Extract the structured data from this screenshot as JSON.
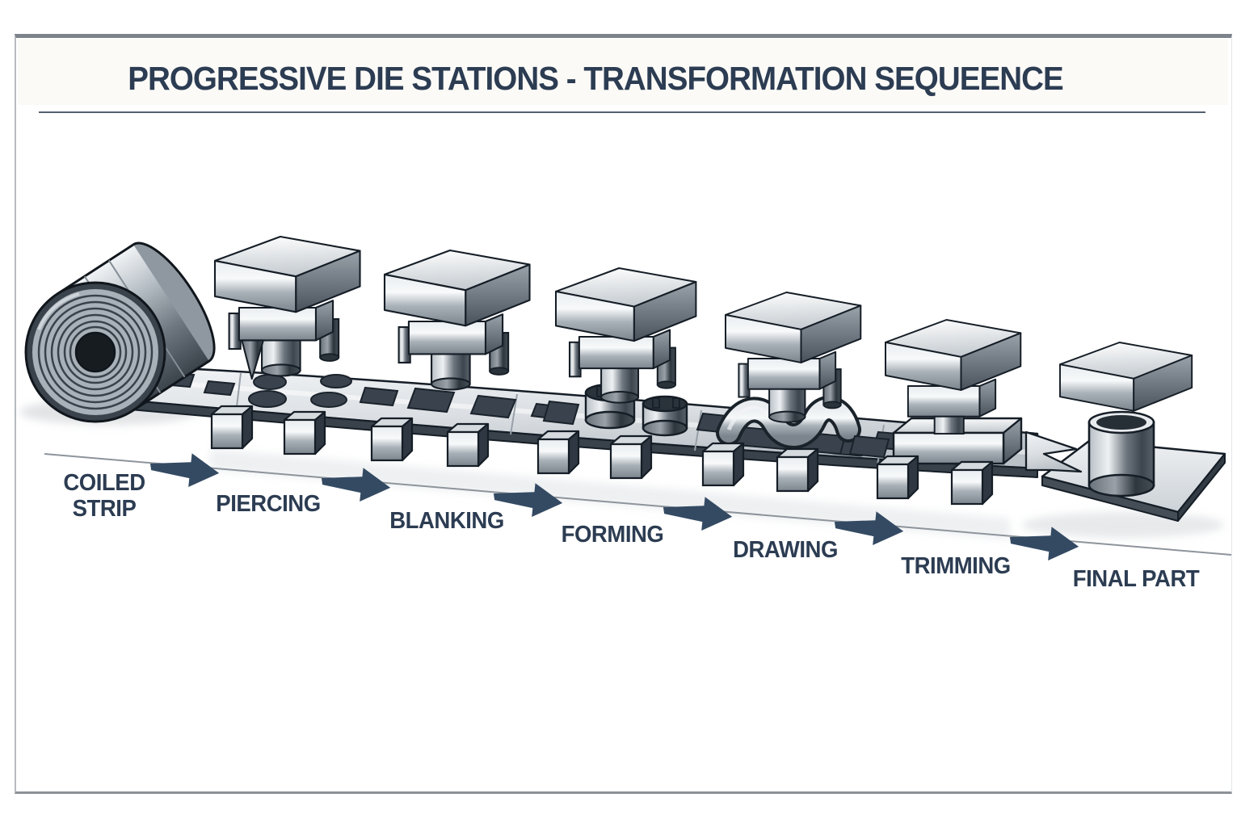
{
  "title": "PROGRESSIVE DIE STATIONS - TRANSFORMATION SEQUEENCE",
  "stations": [
    {
      "label": "COILED STRIP"
    },
    {
      "label": "PIERCING"
    },
    {
      "label": "BLANKING"
    },
    {
      "label": "FORMING"
    },
    {
      "label": "DRAWING"
    },
    {
      "label": "TRIMMING"
    },
    {
      "label": "FINAL PART"
    }
  ],
  "flow_direction": "left-to-right",
  "colors": {
    "background": "#ffffff",
    "label": "#2c3c52",
    "arrow": "#344a63",
    "divider": "#55616e",
    "frame": "#8d939a",
    "metal_light": "#eef1f4",
    "metal_dark": "#2e3740",
    "strip": "#d7dce0"
  }
}
